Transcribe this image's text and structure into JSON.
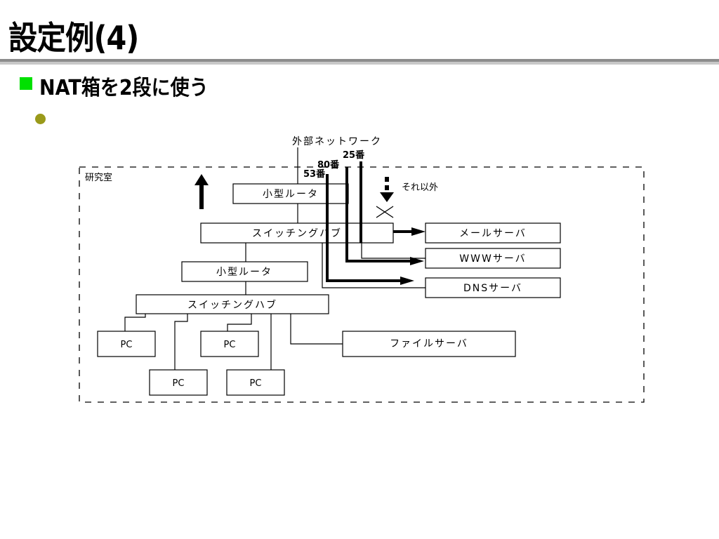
{
  "slide": {
    "title": "設定例(4)",
    "bullet": "NAT箱を2段に使う"
  },
  "colors": {
    "bullet_square": "#00e000",
    "sub_bullet": "#9a9a1a",
    "title_rule_dark": "#8c8c8c",
    "title_rule_light": "#c8c8c8"
  },
  "diagram": {
    "external_label": "外部ネットワーク",
    "lab_label": "研究室",
    "port_25": "25番",
    "port_80": "80番",
    "port_53": "53番",
    "other_label": "それ以外",
    "router_upper": "小型ルータ",
    "switch_upper": "スイッチングハブ",
    "router_lower": "小型ルータ",
    "switch_lower": "スイッチングハブ",
    "mail_server": "メールサーバ",
    "www_server": "WWWサーバ",
    "dns_server": "DNSサーバ",
    "file_server": "ファイルサーバ",
    "pc_1": "PC",
    "pc_2": "PC",
    "pc_3": "PC",
    "pc_4": "PC"
  }
}
